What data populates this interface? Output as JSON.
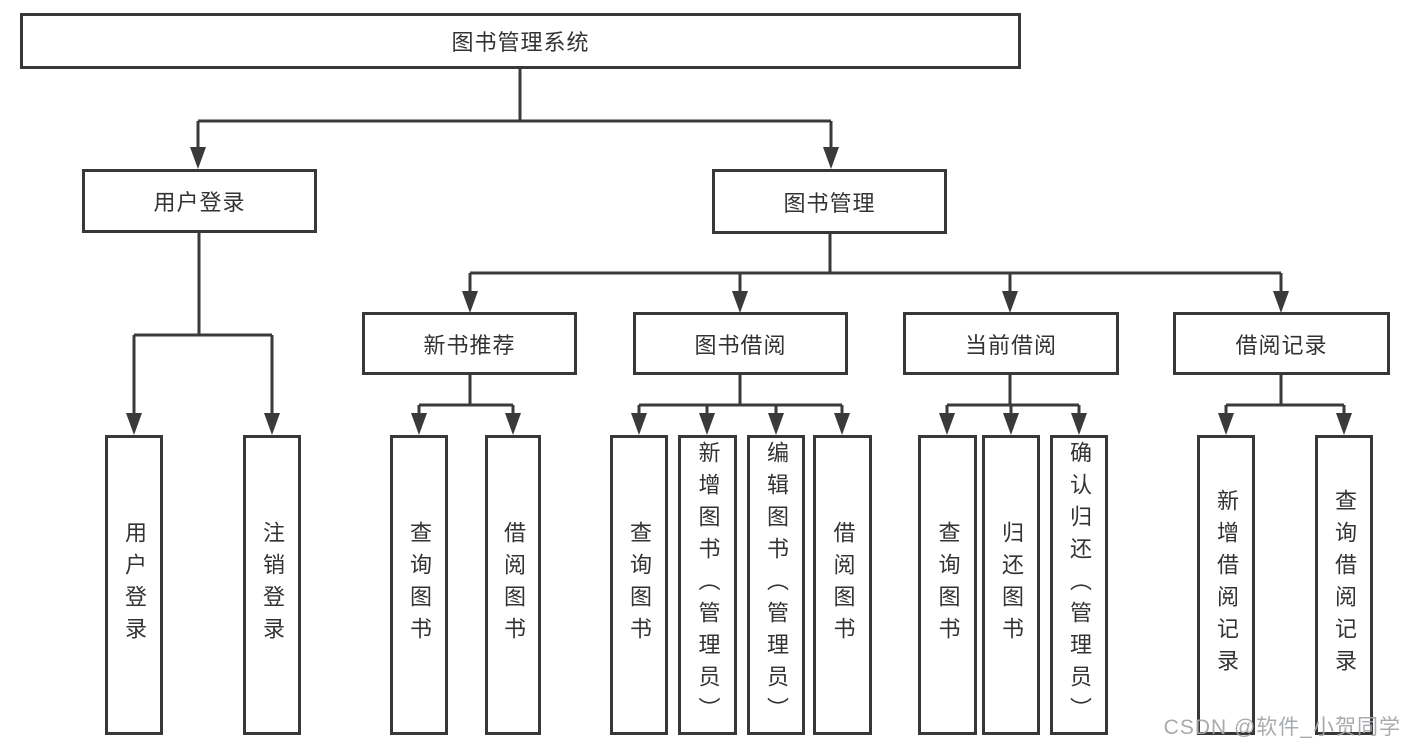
{
  "diagram": {
    "root": {
      "label": "图书管理系统"
    },
    "branches": [
      {
        "label": "用户登录",
        "children": [
          "用户登录",
          "注销登录"
        ]
      },
      {
        "label": "图书管理",
        "sections": [
          {
            "label": "新书推荐",
            "children": [
              "查询图书",
              "借阅图书"
            ]
          },
          {
            "label": "图书借阅",
            "children": [
              "查询图书",
              "新增图书（管理员）",
              "编辑图书（管理员）",
              "借阅图书"
            ]
          },
          {
            "label": "当前借阅",
            "children": [
              "查询图书",
              "归还图书",
              "确认归还（管理员）"
            ]
          },
          {
            "label": "借阅记录",
            "children": [
              "新增借阅记录",
              "查询借阅记录"
            ]
          }
        ]
      }
    ]
  },
  "watermark": {
    "text": "CSDN @软件_小贺同学"
  },
  "colors": {
    "line": "#3a3a3a",
    "box_border": "#383838",
    "text": "#333333",
    "watermark": "#a3a6aa",
    "background": "#ffffff"
  }
}
